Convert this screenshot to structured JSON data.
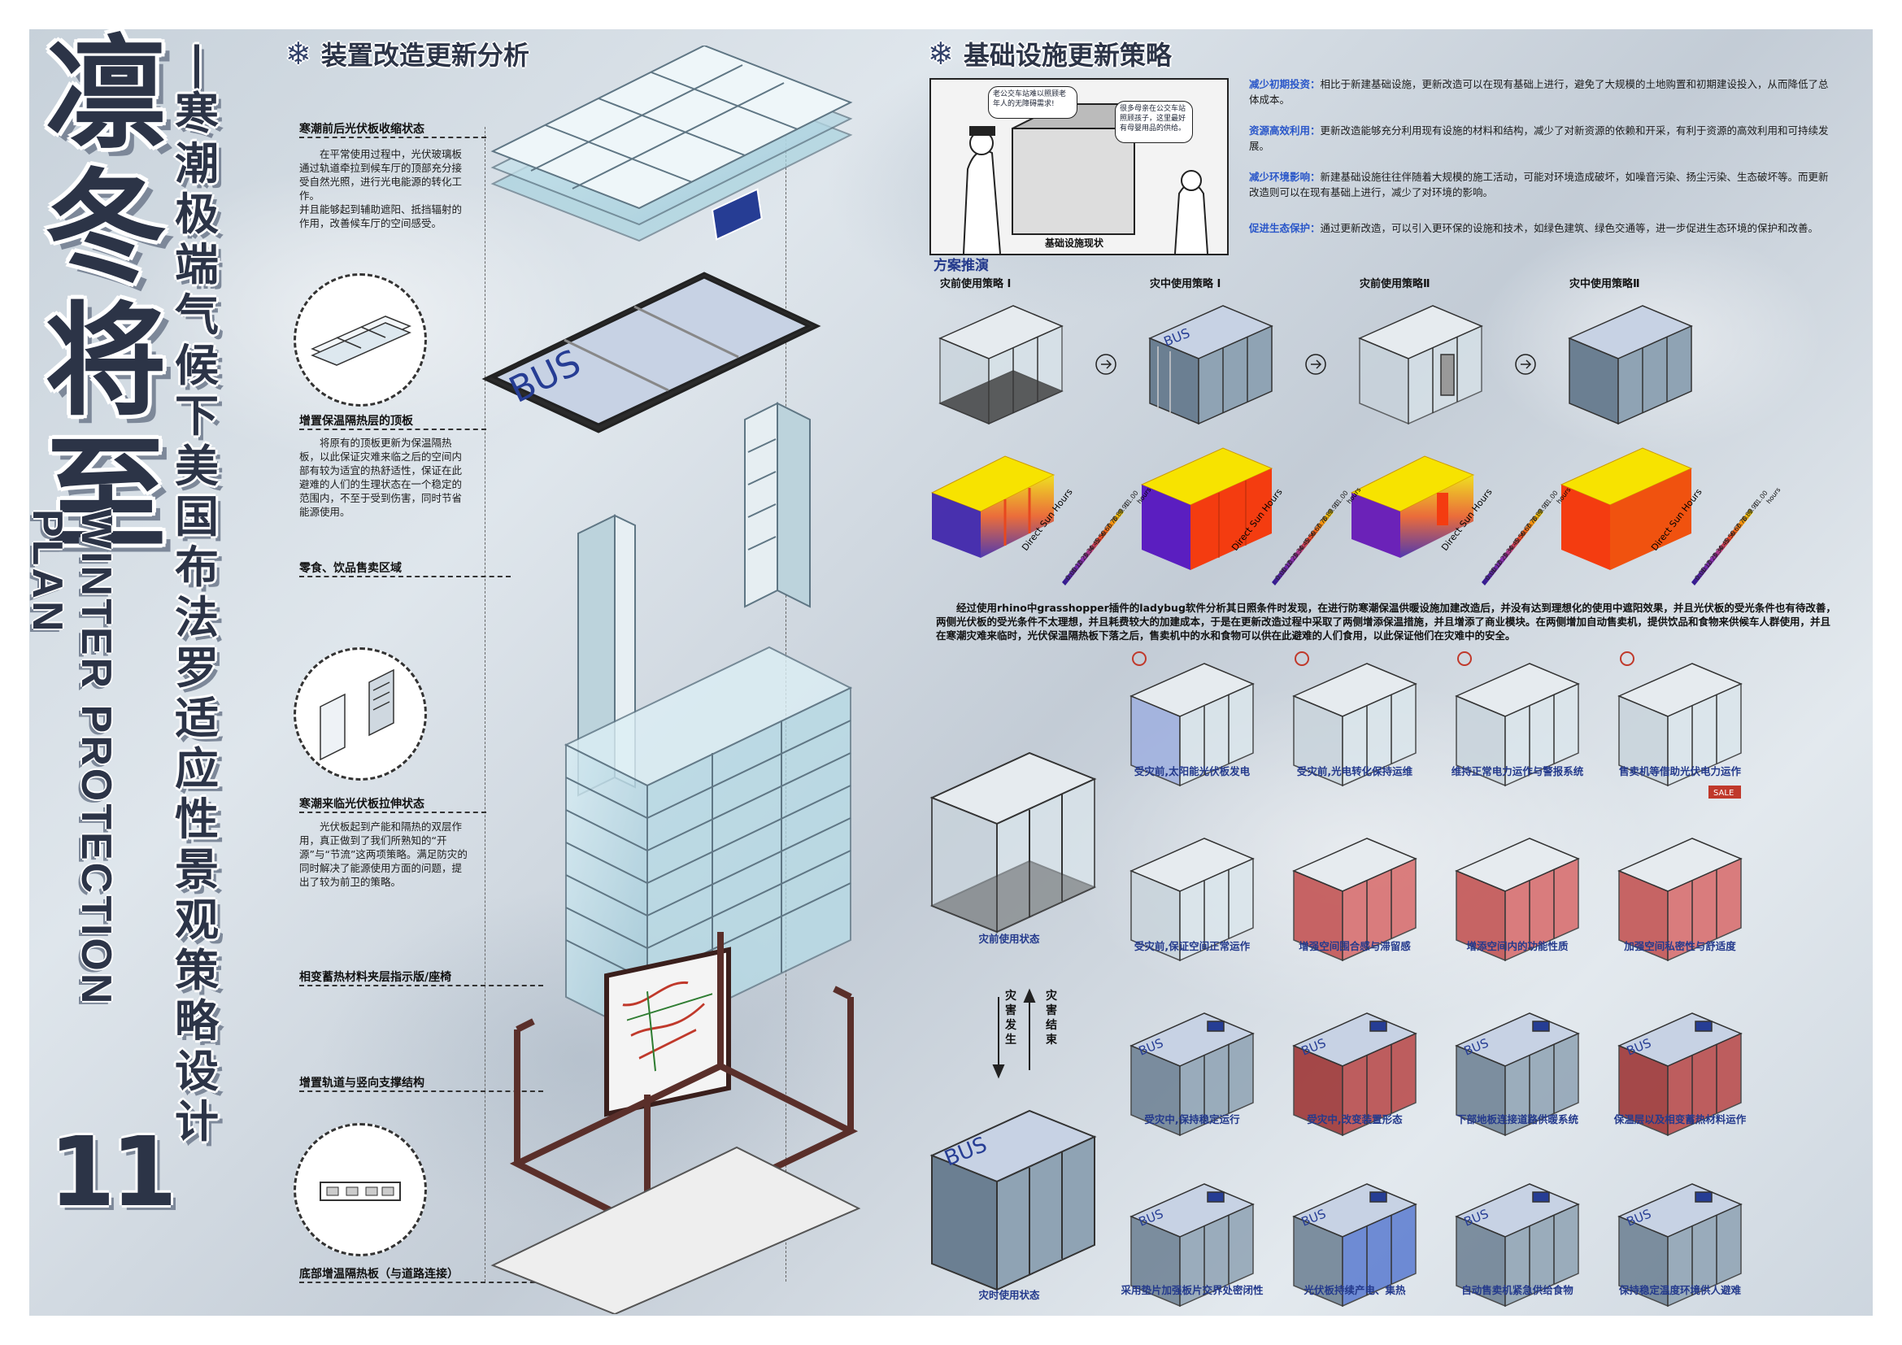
{
  "title": {
    "main_chars": [
      "凛",
      "冬",
      "将",
      "至"
    ],
    "subtitle_chars": [
      "|",
      "寒",
      "潮",
      "极",
      "端",
      "气",
      "候",
      "下",
      "美",
      "国",
      "布",
      "法",
      "罗",
      "适",
      "应",
      "性",
      "景",
      "观",
      "策",
      "略",
      "设",
      "计"
    ],
    "english": "WINTER PROTECTION PLAN",
    "page_number": "11"
  },
  "section_left": {
    "title": "装置改造更新分析",
    "items": [
      {
        "label": "寒潮前后光伏板收缩状态",
        "text": "在平常使用过程中，光伏玻璃板通过轨道牵拉到候车厅的顶部充分接受自然光照，进行光电能源的转化工作。\n并且能够起到辅助遮阳、抵挡辐射的作用，改善候车厅的空间感受。"
      },
      {
        "label": "增置保温隔热层的顶板",
        "text": "将原有的顶板更新为保温隔热板，以此保证灾难来临之后的空间内部有较为适宜的热舒适性，保证在此避难的人们的生理状态在一个稳定的范围内，不至于受到伤害，同时节省能源使用。"
      },
      {
        "label": "零食、饮品售卖区域",
        "text": ""
      },
      {
        "label": "寒潮来临光伏板拉伸状态",
        "text": "光伏板起到产能和隔热的双层作用，真正做到了我们所熟知的“开源”与“节流”这两项策略。满足防灾的同时解决了能源使用方面的问题，提出了较为前卫的策略。"
      },
      {
        "label": "相变蓄热材料夹层指示版/座椅",
        "text": ""
      },
      {
        "label": "增置轨道与竖向支撑结构",
        "text": ""
      },
      {
        "label": "底部增温隔热板（与道路连接）",
        "text": ""
      }
    ],
    "roof_sign": "BUS"
  },
  "section_right": {
    "title": "基础设施更新策略",
    "comic": {
      "bubble1": "老公交车站难以照顾老年人的无障碍需求!",
      "bubble2": "很多母亲在公交车站照顾孩子，这里最好有母婴用品的供给。",
      "caption": "基础设施现状"
    },
    "paragraphs": [
      {
        "head": "减少初期投资：",
        "text": "相比于新建基础设施，更新改造可以在现有基础上进行，避免了大规模的土地购置和初期建设投入，从而降低了总体成本。"
      },
      {
        "head": "资源高效利用：",
        "text": "更新改造能够充分利用现有设施的材料和结构，减少了对新资源的依赖和开采，有利于资源的高效利用和可持续发展。"
      },
      {
        "head": "减少环境影响：",
        "text": "新建基础设施往往伴随着大规模的施工活动，可能对环境造成破坏，如噪音污染、扬尘污染、生态破坏等。而更新改造则可以在现有基础上进行，减少了对环境的影响。"
      },
      {
        "head": "促进生态保护：",
        "text": "通过更新改造，可以引入更环保的设施和技术，如绿色建筑、绿色交通等，进一步促进生态环境的保护和改善。"
      }
    ],
    "scheme_title": "方案推演",
    "strategies": [
      "灾前使用策略 I",
      "灾中使用策略 I",
      "灾前使用策略Ⅱ",
      "灾中使用策略Ⅱ"
    ],
    "legend_axis": "Direct Sun Hours",
    "legend_unit": "hours",
    "legend_values": [
      "11.00",
      "9.90",
      "8.80",
      "7.70",
      "6.60",
      "5.50",
      "4.40",
      "3.30",
      "2.20",
      "1.10",
      "0.00"
    ],
    "analysis": "经过使用rhino中grasshopper插件的ladybug软件分析其日照条件时发现，在进行防寒潮保温供暖设施加建改造后，并没有达到理想化的使用中遮阳效果，并且光伏板的受光条件也有待改善，两侧光伏板的受光条件不太理想，并且耗费较大的加建成本，于是在更新改造过程中采取了两侧增添保温措施，并且增添了商业模块。在两侧增加自动售卖机，提供饮品和食物来供候车人群使用，并且在寒潮灾难来临时，光伏保温隔热板下落之后，售卖机中的水和食物可以供在此避难的人们食用，以此保证他们在灾难中的安全。",
    "state_before": "灾前使用状态",
    "state_during": "灾时使用状态",
    "arrow_down": "灾害发生",
    "arrow_up": "灾害结束",
    "row1_captions": [
      "受灾前,太阳能光伏板发电",
      "受灾前,光电转化保持运维",
      "维持正常电力运作与警报系统",
      "售卖机等借助光伏电力运作"
    ],
    "row2_captions": [
      "受灾前,保证空间正常运作",
      "增强空间围合感与滞留感",
      "增添空间内的功能性质",
      "加强空间私密性与舒适度"
    ],
    "row3_captions": [
      "受灾中,保持稳定运行",
      "受灾中,改变装置形态",
      "下部地板连接道路供暖系统",
      "保温层以及相变蓄热材料运作"
    ],
    "row4_captions": [
      "采用垫片加强板片交界处密闭性",
      "光伏板持续产电、集热",
      "自动售卖机紧急供给食物",
      "保持稳定温度环境供人避难"
    ],
    "sale_badge": "SALE",
    "bus_sign": "BUS"
  },
  "colors": {
    "ink": "#2c3447",
    "accent_blue": "#243a8c",
    "red": "#c0392b",
    "frame": "#5a2f2a"
  }
}
